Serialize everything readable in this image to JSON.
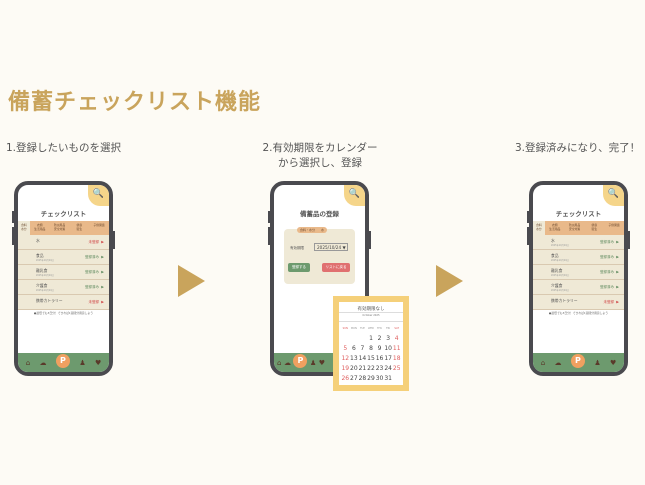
{
  "title": "備蓄チェックリスト機能",
  "steps": [
    "1.登録したいものを選択",
    "2.有効期限をカレンダー",
    "から選択し、登録",
    "3.登録済みになり、完了！"
  ],
  "colors": {
    "accent": "#c9a45c",
    "tab": "#e9b98a",
    "row": "#efe9d6",
    "nav": "#6d9a6e",
    "registered": "#5e8a5e",
    "unregistered": "#d04848"
  },
  "checklist_title": "チェックリスト",
  "tabs": [
    "食料\n水分",
    "衣類\n生活用品",
    "防災用品\n安全対策",
    "健康\n衛生",
    "子供関連"
  ],
  "note": "●最低でも3日分！できれば1週間分用意しよう",
  "nav": [
    "home-icon",
    "emergency-icon",
    "P",
    "person-icon",
    "heart-icon"
  ],
  "phone1_rows": [
    {
      "name": "水",
      "sub": "",
      "status": "未登録"
    },
    {
      "name": "食品",
      "sub": "2025年10月24日",
      "status": "登録済み"
    },
    {
      "name": "離乳食",
      "sub": "2025年10月24日",
      "status": "登録済み"
    },
    {
      "name": "介護食",
      "sub": "2025年10月24日",
      "status": "登録済み"
    },
    {
      "name": "携帯カトラリー",
      "sub": "",
      "status": "未登録"
    }
  ],
  "phone3_rows": [
    {
      "name": "水",
      "sub": "2025年10月24日",
      "status": "登録済み"
    },
    {
      "name": "食品",
      "sub": "2025年10月24日",
      "status": "登録済み"
    },
    {
      "name": "離乳食",
      "sub": "2025年10月24日",
      "status": "登録済み"
    },
    {
      "name": "介護食",
      "sub": "2025年10月24日",
      "status": "登録済み"
    },
    {
      "name": "携帯カトラリー",
      "sub": "",
      "status": "未登録"
    }
  ],
  "register": {
    "title": "備蓄品の登録",
    "pill": "食料・水分　　水",
    "expiry_label": "有効期限",
    "date": "2025/10/24 ▼",
    "register_btn": "登録する",
    "back_btn": "リストに戻る"
  },
  "calendar": {
    "header": "有効期限なし",
    "month": "October 2025",
    "weekdays": [
      "SUN",
      "MON",
      "TUE",
      "WED",
      "THU",
      "FRI",
      "SAT"
    ],
    "first_weekday": 3,
    "days": 31
  },
  "search_icon": "🔍"
}
